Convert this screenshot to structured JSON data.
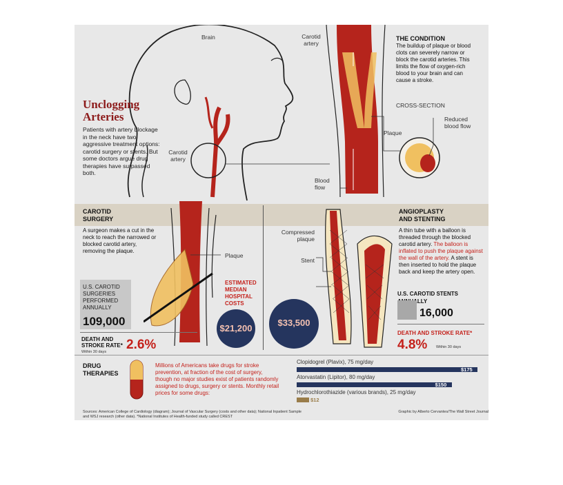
{
  "header": {
    "title_line1": "Unclogging",
    "title_line2": "Arteries",
    "intro": "Patients with artery blockage in the neck have two aggressive treatment options: carotid surgery or stents. But some doctors argue drug therapies have surpassed both."
  },
  "anatomy": {
    "brain_label": "Brain",
    "carotid_label_head": "Carotid artery",
    "carotid_label_top": "Carotid artery",
    "plaque_label": "Plaque",
    "blood_flow_label": "Blood flow",
    "cross_section_label": "CROSS-SECTION",
    "reduced_flow_label": "Reduced blood flow"
  },
  "condition": {
    "heading": "THE CONDITION",
    "text": "The buildup of plaque or blood clots can severely narrow or block the carotid arteries. This limits the flow of oxygen-rich blood to your brain and can cause a stroke."
  },
  "surgery": {
    "heading_line1": "CAROTID",
    "heading_line2": "SURGERY",
    "text": "A surgeon makes a cut in the neck to reach the narrowed or blocked carotid artery, removing the plaque.",
    "plaque_label": "Plaque",
    "count_label": "U.S. CAROTID SURGERIES PERFORMED ANNUALLY",
    "count_value": "109,000",
    "rate_label": "DEATH AND STROKE RATE*",
    "rate_sub": "Within 30 days",
    "rate_value": "2.6%"
  },
  "costs": {
    "label": "ESTIMATED MEDIAN HOSPITAL COSTS",
    "surgery_cost": "$21,200",
    "stent_cost": "$33,500"
  },
  "stenting": {
    "heading_line1": "ANGIOPLASTY",
    "heading_line2": "AND STENTING",
    "text_a": "A thin tube with a balloon is threaded through the blocked carotid artery.",
    "text_b": "The balloon is inflated to push the plaque against the wall of the artery.",
    "text_c": "A stent is then inserted to hold the plaque back and keep the artery open.",
    "compressed_label": "Compressed plaque",
    "stent_label": "Stent",
    "count_label": "U.S. CAROTID STENTS ANNUALLY",
    "count_value": "16,000",
    "rate_label": "DEATH AND STROKE RATE*",
    "rate_sub": "Within 30 days",
    "rate_value": "4.8%"
  },
  "drugs": {
    "heading_line1": "DRUG",
    "heading_line2": "THERAPIES",
    "text": "Millions of Americans take drugs for stroke prevention, at fraction of the cost of surgery, though no major studies exist of patients randomly assigned to drugs, surgery or stents. Monthly retail prices for some drugs:",
    "items": [
      {
        "label": "Clopidogrel (Plavix), 75 mg/day",
        "price": "$175",
        "value": 175
      },
      {
        "label": "Atorvastatin (Lipitor), 80 mg/day",
        "price": "$150",
        "value": 150
      },
      {
        "label": "Hydrochlorothiazide (various brands), 25 mg/day",
        "price": "$12",
        "value": 12
      }
    ]
  },
  "footer": {
    "sources": "Sources: American College of Cardiology (diagram); Journal of Vascular Surgery (costs and other data); National Inpatient Sample and WSJ research (other data). *National Institutes of Health-funded study called CREST",
    "credit": "Graphic by Alberto Cervantes/The Wall Street Journal"
  },
  "colors": {
    "artery_red": "#b5241c",
    "plaque_yellow": "#f0c060",
    "navy": "#25355e",
    "title_red": "#8c1a1a"
  }
}
